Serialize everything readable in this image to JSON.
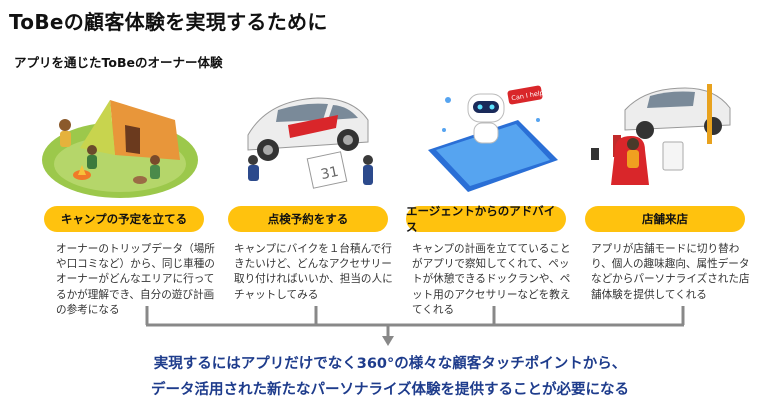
{
  "page_title": "ToBeの顧客体験を実現するために",
  "section_title": "アプリを通じたToBeのオーナー体験",
  "steps": [
    {
      "label": "キャンプの予定を立てる",
      "description": "オーナーのトリップデータ（場所や口コミなど）から、同じ車種のオーナーがどんなエリアに行ってるかが理解でき、自分の遊び計画の参考になる",
      "illustration": "camping-scene"
    },
    {
      "label": "点検予約をする",
      "description": "キャンプにバイクを１台積んで行きたいけど、どんなアクセサリー取り付ければいいか、担当の人にチャットしてみる",
      "illustration": "car-inspection-scene"
    },
    {
      "label": "エージェントからのアドバイス",
      "description": "キャンプの計画を立てていることがアプリで察知してくれて、ペットが休憩できるドックランや、ペット用のアクセサリーなどを教えてくれる",
      "illustration": "robot-agent-smartphone",
      "bubble_text": "Can I help?"
    },
    {
      "label": "店舗来店",
      "description": "アプリが店舗モードに切り替わり、個人の趣味趣向、属性データなどからパーソナライズされた店舗体験を提供してくれる",
      "illustration": "dealer-showroom-scene"
    }
  ],
  "conclusion": {
    "line1": "実現するにはアプリだけでなく360°の様々な顧客タッチポイントから、",
    "line2": "データ活用された新たなパーソナライズ体験を提供することが必要になる"
  },
  "colors": {
    "pill": "#FFC20E",
    "conclusion_text": "#1E3C8C",
    "bracket": "#888888"
  }
}
